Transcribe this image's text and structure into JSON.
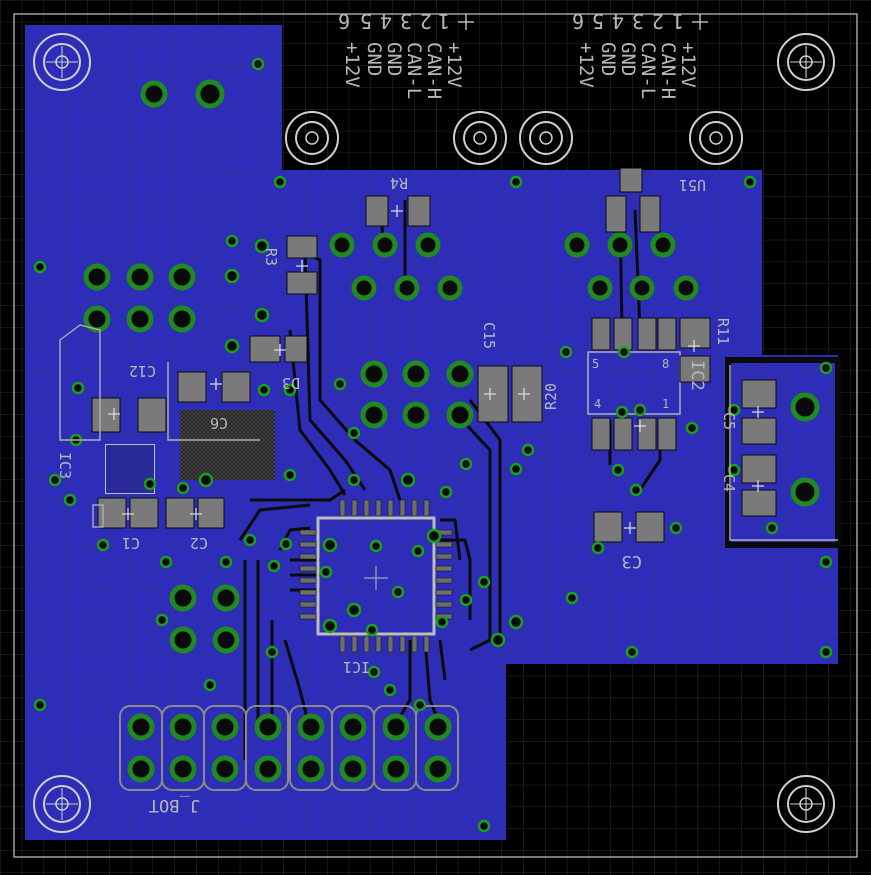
{
  "view": {
    "name": "pcb-bottom-layer"
  },
  "connectors": [
    {
      "pins": [
        "1",
        "2",
        "3",
        "4",
        "5",
        "6"
      ],
      "signals": [
        "+12V",
        "CAN-H",
        "CAN-L",
        "GND",
        "GND",
        "+12V"
      ]
    },
    {
      "pins": [
        "1",
        "2",
        "3",
        "4",
        "5",
        "6"
      ],
      "signals": [
        "+12V",
        "CAN-H",
        "CAN-L",
        "GND",
        "GND",
        "+12V"
      ]
    }
  ],
  "labels": {
    "r4": "R4",
    "r3": "R3",
    "u51": "U51",
    "c15": "C15",
    "r20": "R20",
    "ic2": "IC2",
    "pin5": "5",
    "pin8": "8",
    "pin4": "4",
    "pin1": "1",
    "r11": "R11",
    "c12": "C12",
    "c6": "C6",
    "d3": "D3",
    "ic3": "IC3",
    "c1": "C1",
    "c2": "C2",
    "c3": "C3",
    "c5": "C5",
    "c4": "C4",
    "ic1": "IC1",
    "jbot": "J_BOT"
  },
  "colors": {
    "board": "#000000",
    "grid": "#3a3a3a",
    "copper": "#2f2fc4",
    "trace": "#0a0a0a",
    "pad_ring": "#1f8a1f",
    "via": "#1aa01a",
    "silk": "#b8b8b8",
    "smd_pad": "#7a7a7a"
  }
}
